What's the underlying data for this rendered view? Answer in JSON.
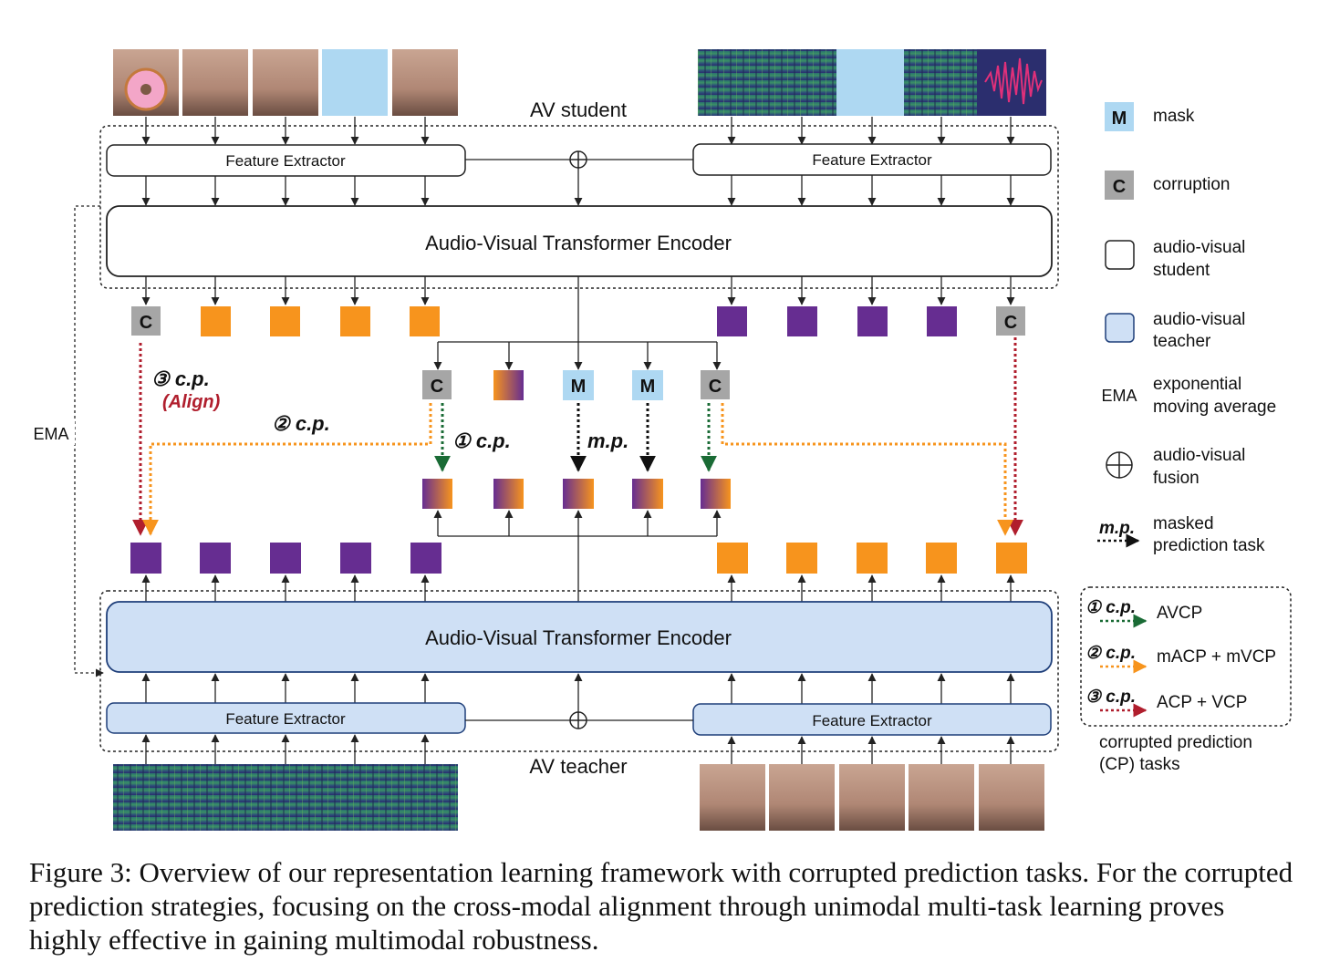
{
  "labels": {
    "av_student": "AV student",
    "av_teacher": "AV teacher",
    "feature_extractor": "Feature Extractor",
    "encoder": "Audio-Visual Transformer Encoder",
    "ema": "EMA",
    "mask_token": "M",
    "corruption_token": "C",
    "cp3": "③ c.p.",
    "align": "(Align)",
    "cp2": "② c.p.",
    "cp1": "① c.p.",
    "mp": "m.p."
  },
  "legend": {
    "mask_symbol": "M",
    "mask": "mask",
    "corruption_symbol": "C",
    "corruption": "corruption",
    "student_1": "audio-visual",
    "student_2": "student",
    "teacher_1": "audio-visual",
    "teacher_2": "teacher",
    "ema_symbol": "EMA",
    "ema_1": "exponential",
    "ema_2": "moving average",
    "fusion_1": "audio-visual",
    "fusion_2": "fusion",
    "mp_symbol": "m.p.",
    "mp_1": "masked",
    "mp_2": "prediction task",
    "cp_symbol_1": "① c.p.",
    "avcp": "AVCP",
    "cp_symbol_2": "② c.p.",
    "macp": "mACP + mVCP",
    "cp_symbol_3": "③ c.p.",
    "acp": "ACP + VCP",
    "cp_box_1": "corrupted prediction",
    "cp_box_2": "(CP) tasks"
  },
  "caption": "Figure 3: Overview of our representation learning framework with corrupted prediction tasks. For the corrupted prediction strategies, focusing on the cross-modal alignment through unimodal multi-task learning proves highly effective in gaining multimodal robustness.",
  "colors": {
    "orange": "#f7941d",
    "purple": "#662d91",
    "mask_blue": "#aed8f2",
    "corrupt_gray": "#a6a6a6",
    "teacher_fill": "#cfe0f5",
    "teacher_stroke": "#1f3f7a",
    "green_arrow": "#1a6b35",
    "orange_arrow": "#f7941d",
    "red_arrow": "#b01e2d"
  }
}
